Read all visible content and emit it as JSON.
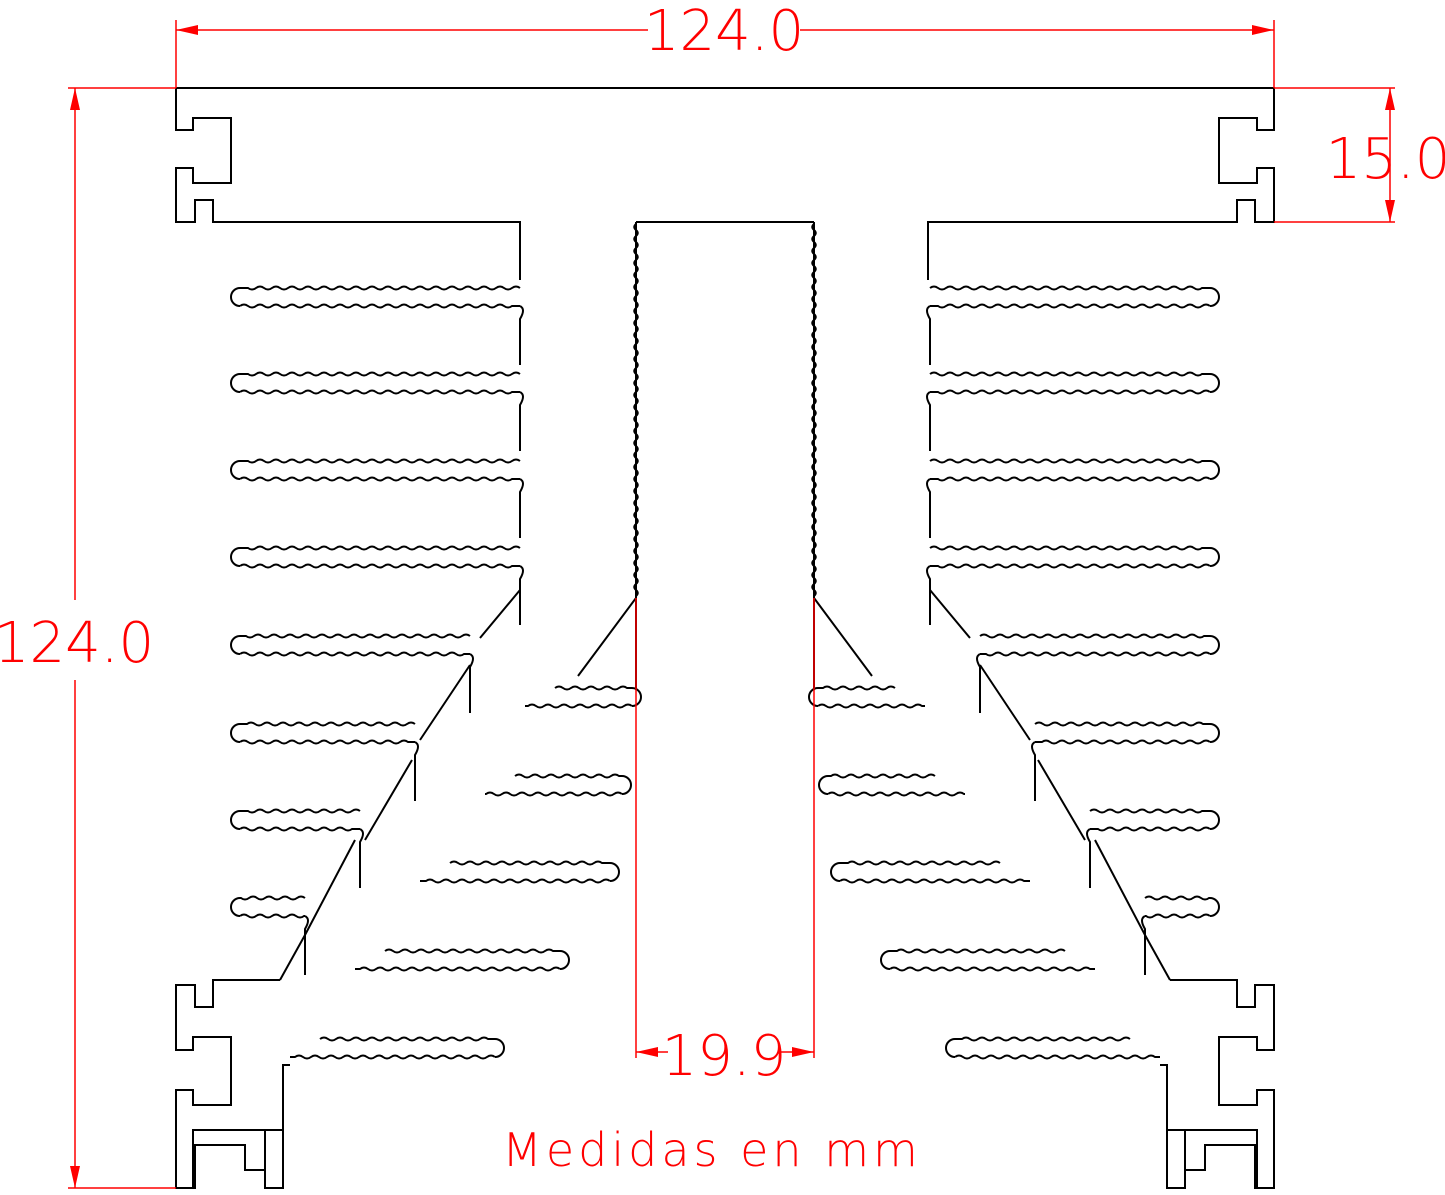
{
  "dimensions": {
    "overall_width": "124.0",
    "overall_height": "124.0",
    "flange_height": "15.0",
    "slot_width": "19.9"
  },
  "note": "Medidas en mm",
  "colors": {
    "dimension": "#ff0000",
    "outline": "#000000",
    "background": "#ffffff"
  }
}
